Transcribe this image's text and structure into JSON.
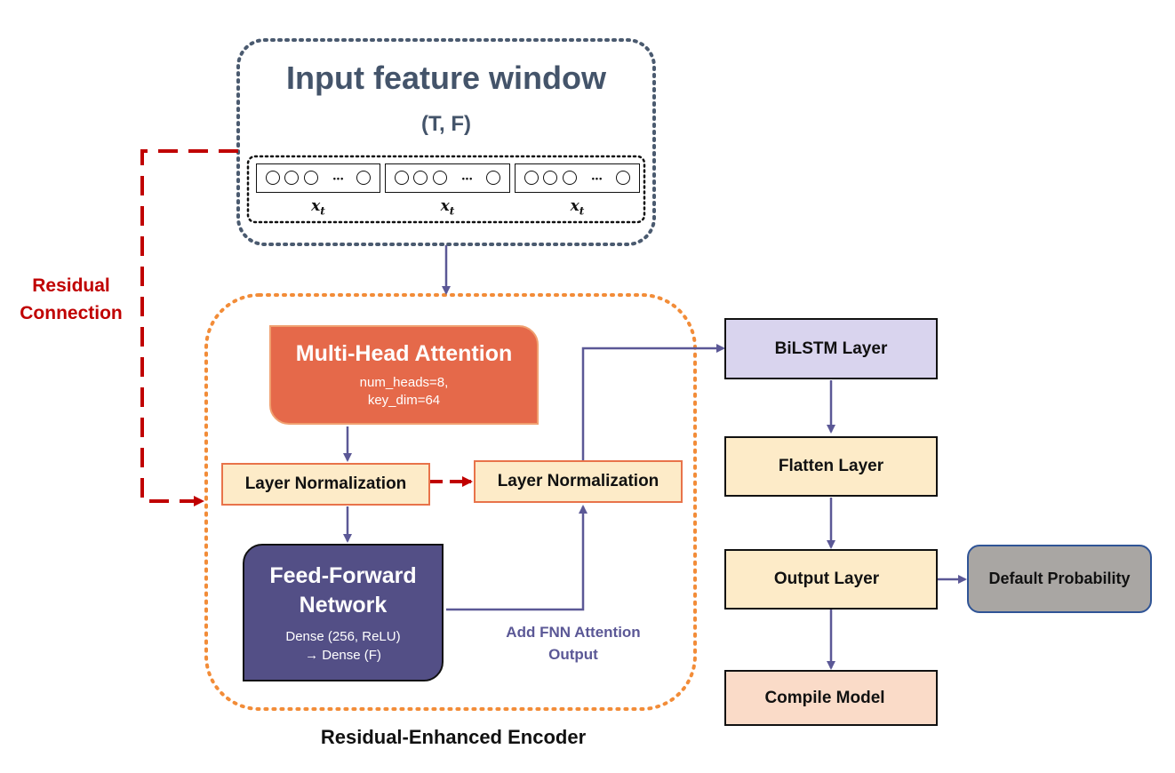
{
  "input_window": {
    "title": "Input feature window",
    "shape": "(T, F)",
    "vectors": [
      {
        "label": "x",
        "subscript": "t"
      },
      {
        "label": "x",
        "subscript": "t"
      },
      {
        "label": "x",
        "subscript": "t"
      }
    ]
  },
  "residual": {
    "label_line1": "Residual",
    "label_line2": "Connection"
  },
  "encoder": {
    "caption": "Residual-Enhanced Encoder",
    "mha": {
      "title": "Multi-Head Attention",
      "param1": "num_heads=8,",
      "param2": "key_dim=64"
    },
    "layernorm_1": "Layer Normalization",
    "layernorm_2": "Layer Normalization",
    "ffn": {
      "title_line1": "Feed-Forward",
      "title_line2": "Network",
      "detail1": "Dense (256, ReLU)",
      "detail2": "→ Dense (F)"
    },
    "add_label_line1": "Add FNN Attention",
    "add_label_line2": "Output"
  },
  "pipeline": {
    "bilstm": "BiLSTM Layer",
    "flatten": "Flatten Layer",
    "output": "Output Layer",
    "compile": "Compile Model",
    "default_prob": "Default Probability"
  },
  "colors": {
    "arrow": "#5b5896",
    "residual_red": "#c00000",
    "input_border": "#4a5a6f",
    "encoder_border": "#f28c38",
    "mha_fill": "#e5694a",
    "ffn_fill": "#534f86",
    "ln_fill": "#fdebc8",
    "ln_border": "#e8734a",
    "bilstm_fill": "#d9d4ee",
    "flatten_fill": "#fdebc8",
    "compile_fill": "#fadbc8",
    "default_fill": "#a9a6a3",
    "default_border": "#2f5496",
    "title_text": "#44546a"
  }
}
